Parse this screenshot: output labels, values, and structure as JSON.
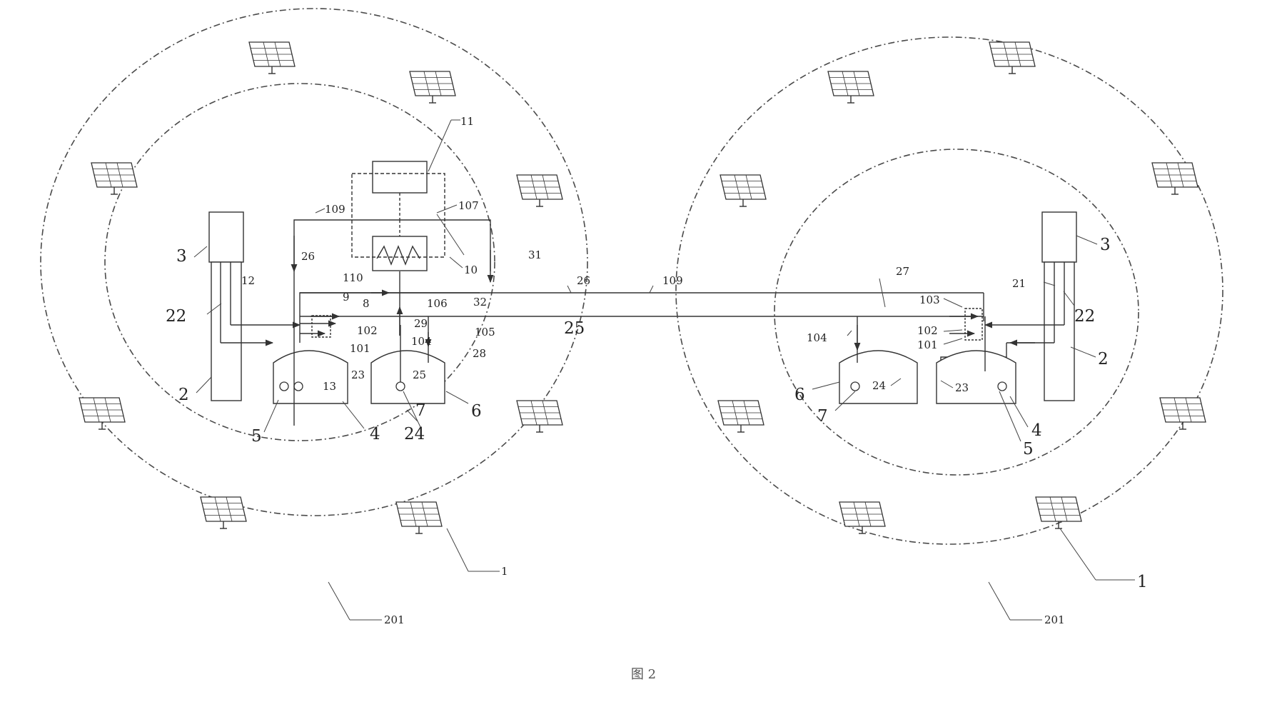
{
  "figure": {
    "caption": "图 2"
  },
  "left_station": {
    "labels": {
      "outer_ring": "201",
      "heliostat": "1",
      "tower": "2",
      "receiver": "3",
      "hot_tank": "4",
      "hot_pump": "5",
      "cold_tank": "6",
      "cold_pump": "7",
      "valve_8": "8",
      "valve_9": "9",
      "heat_exchanger": "10",
      "load": "11",
      "pipe_12": "12",
      "pipe_13": "13",
      "pipe_22": "22",
      "pipe_23": "23",
      "pipe_24": "24",
      "pipe_25": "25",
      "pipe_25b": "25",
      "pipe_26": "26",
      "pipe_28": "28",
      "pipe_28b": "28",
      "pipe_29": "29",
      "pipe_31": "31",
      "pipe_32": "32",
      "valve_101": "101",
      "valve_102": "102",
      "valve_104": "104",
      "valve_105": "105",
      "valve_106": "106",
      "valve_107": "107",
      "valve_109": "109",
      "valve_110": "110"
    }
  },
  "link": {
    "labels": {
      "pipe_26": "26",
      "valve_109": "109"
    }
  },
  "right_station": {
    "labels": {
      "outer_ring": "201",
      "heliostat": "1",
      "tower": "2",
      "receiver": "3",
      "hot_tank": "4",
      "hot_pump": "5",
      "cold_tank": "6",
      "cold_pump": "7",
      "pipe_21": "21",
      "pipe_22": "22",
      "pipe_23": "23",
      "pipe_24": "24",
      "pipe_27": "27",
      "valve_101": "101",
      "valve_102": "102",
      "valve_103": "103",
      "valve_104": "104"
    }
  }
}
